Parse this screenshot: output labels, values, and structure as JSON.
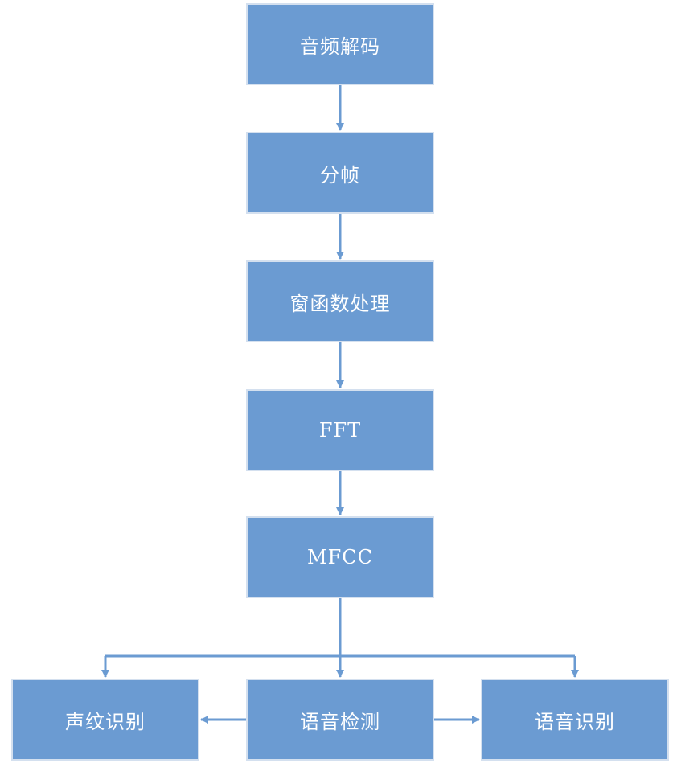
{
  "diagram": {
    "colors": {
      "box_fill": "#6b9bd2",
      "box_border": "#d4e0ef",
      "text": "#ffffff",
      "connector": "#6b9bd2"
    },
    "nodes": {
      "decode": "音频解码",
      "frame": "分帧",
      "window": "窗函数处理",
      "fft": "FFT",
      "mfcc": "MFCC",
      "voiceprint": "声纹识别",
      "vad": "语音检测",
      "asr": "语音识别"
    },
    "edges": [
      [
        "decode",
        "frame"
      ],
      [
        "frame",
        "window"
      ],
      [
        "window",
        "fft"
      ],
      [
        "fft",
        "mfcc"
      ],
      [
        "mfcc",
        "voiceprint"
      ],
      [
        "mfcc",
        "vad"
      ],
      [
        "mfcc",
        "asr"
      ],
      [
        "vad",
        "voiceprint"
      ],
      [
        "vad",
        "asr"
      ]
    ]
  }
}
